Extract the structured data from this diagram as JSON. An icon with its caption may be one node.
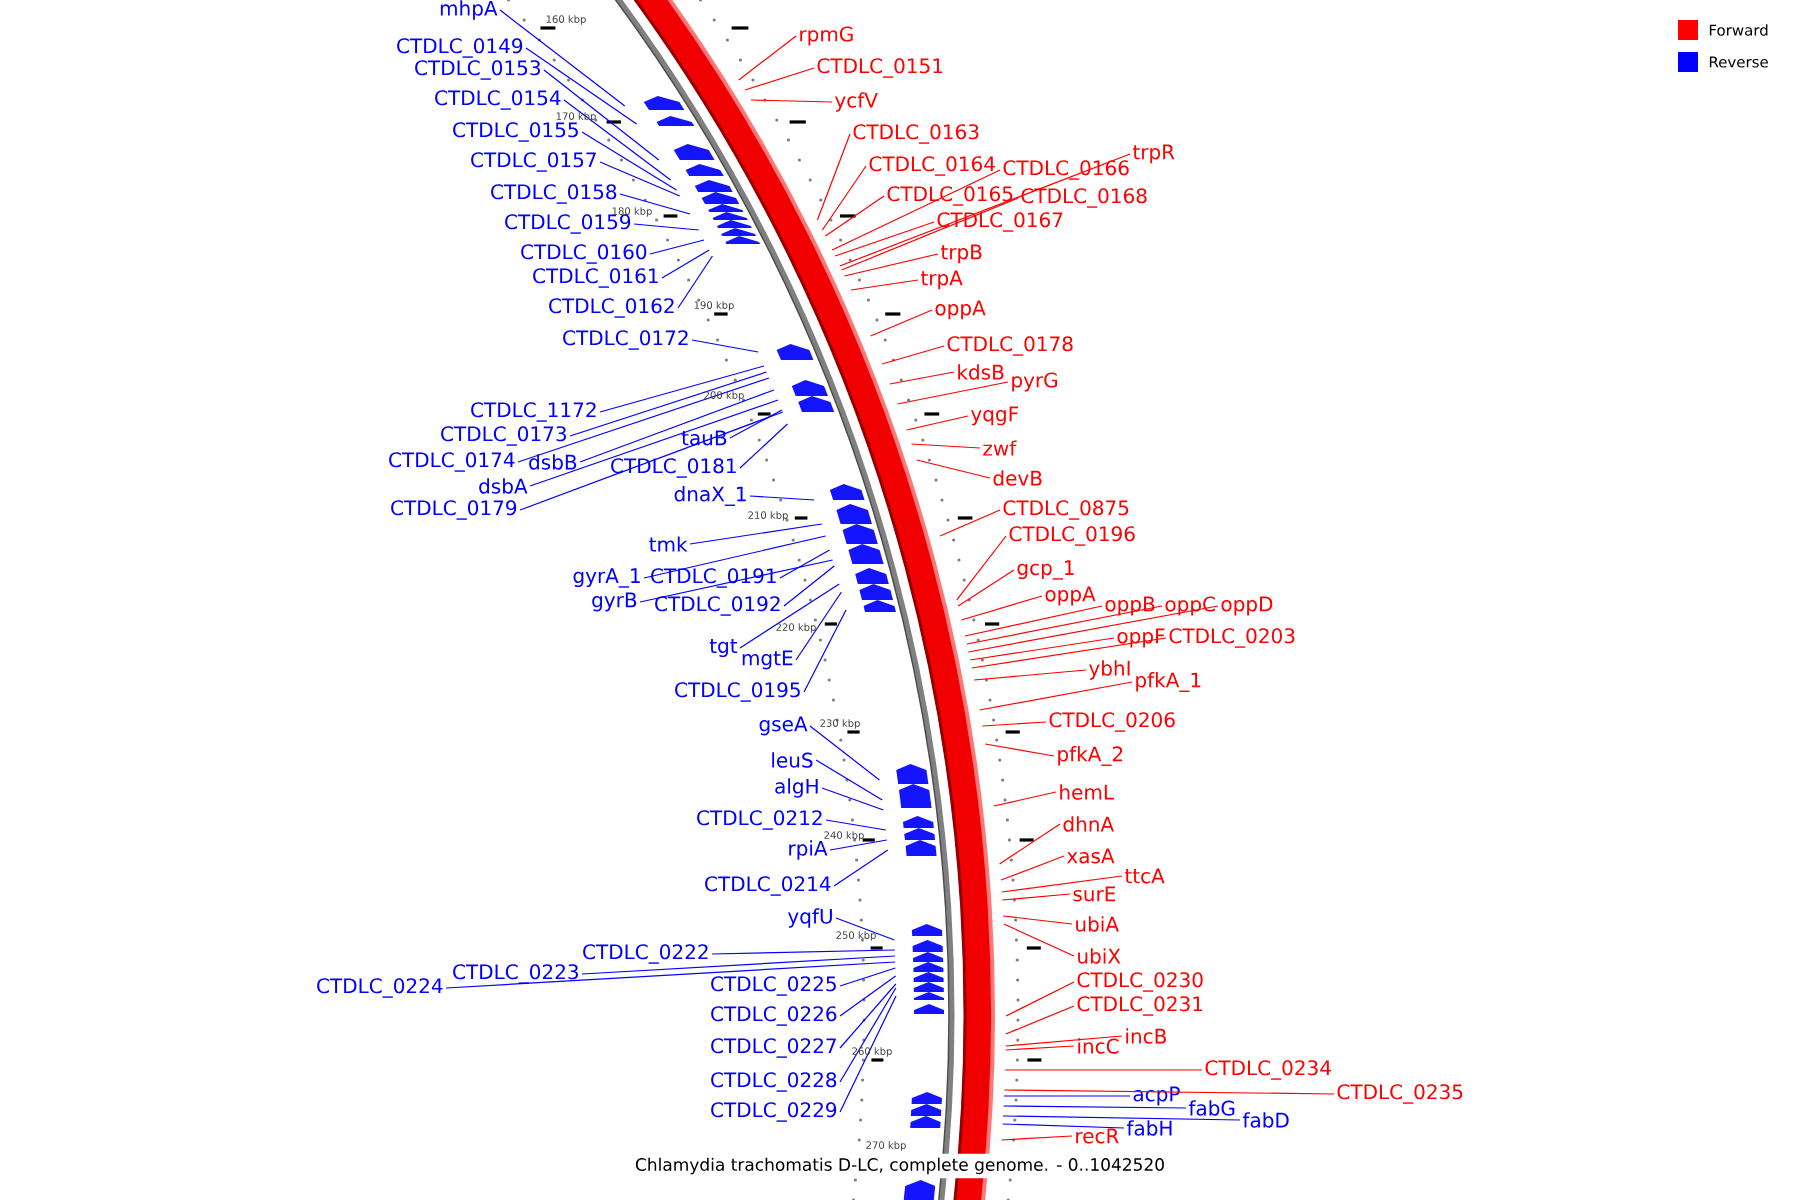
{
  "diagram": {
    "caption": "Chlamydia trachomatis D-LC, complete genome. - 0..1042520",
    "nodes": [
      {
        "text": [
          "mhpA"
        ]
      },
      {
        "text": [
          "CTDLC_0149"
        ]
      },
      {
        "text": [
          "CTDLC_0153"
        ]
      },
      {
        "text": [
          "CTDLC_0154"
        ]
      },
      {
        "text": [
          "CTDLC_0155"
        ]
      },
      {
        "text": [
          "CTDLC_0157"
        ]
      },
      {
        "text": [
          "CTDLC_0158"
        ]
      },
      {
        "text": [
          "CTDLC_0159"
        ]
      },
      {
        "text": [
          "CTDLC_0160"
        ]
      },
      {
        "text": [
          "CTDLC_0161"
        ]
      },
      {
        "text": [
          "CTDLC_0162"
        ]
      },
      {
        "text": [
          "CTDLC_0172"
        ]
      },
      {
        "text": [
          "CTDLC_1172"
        ]
      },
      {
        "text": [
          "CTDLC_0173"
        ]
      },
      {
        "text": [
          "tauB"
        ]
      },
      {
        "text": [
          "CTDLC_0174"
        ]
      },
      {
        "text": [
          "dsbB"
        ]
      },
      {
        "text": [
          "CTDLC_0181"
        ]
      },
      {
        "text": [
          "dsbA"
        ]
      },
      {
        "text": [
          "dnaX_1"
        ]
      },
      {
        "text": [
          "CTDLC_0179"
        ]
      },
      {
        "text": [
          "tmk"
        ]
      },
      {
        "text": [
          "gyrA_1"
        ]
      },
      {
        "text": [
          "CTDLC_0191"
        ]
      },
      {
        "text": [
          "gyrB"
        ]
      },
      {
        "text": [
          "CTDLC_0192"
        ]
      },
      {
        "text": [
          "tgt"
        ]
      },
      {
        "text": [
          "mgtE"
        ]
      },
      {
        "text": [
          "CTDLC_0195"
        ]
      },
      {
        "text": [
          "gseA"
        ]
      },
      {
        "text": [
          "leuS"
        ]
      },
      {
        "text": [
          "algH"
        ]
      },
      {
        "text": [
          "CTDLC_0212"
        ]
      },
      {
        "text": [
          "rpiA"
        ]
      },
      {
        "text": [
          "CTDLC_0214"
        ]
      },
      {
        "text": [
          "yqfU"
        ]
      },
      {
        "text": [
          "CTDLC_0222"
        ]
      },
      {
        "text": [
          "CTDLC_0223"
        ]
      },
      {
        "text": [
          "CTDLC_0224"
        ]
      },
      {
        "text": [
          "CTDLC_0225"
        ]
      },
      {
        "text": [
          "CTDLC_0226"
        ]
      },
      {
        "text": [
          "CTDLC_0227"
        ]
      },
      {
        "text": [
          "CTDLC_0228"
        ]
      },
      {
        "text": [
          "CTDLC_0229"
        ]
      },
      {
        "text": [
          "rpmG"
        ]
      },
      {
        "text": [
          "CTDLC_0151"
        ]
      },
      {
        "text": [
          "ycfV"
        ]
      },
      {
        "text": [
          "CTDLC_0163"
        ]
      },
      {
        "text": [
          "CTDLC_0164"
        ]
      },
      {
        "text": [
          "trpR"
        ]
      },
      {
        "text": [
          "CTDLC_0166"
        ]
      },
      {
        "text": [
          "CTDLC_0165"
        ]
      },
      {
        "text": [
          "CTDLC_0168"
        ]
      },
      {
        "text": [
          "CTDLC_0167"
        ]
      },
      {
        "text": [
          "trpB"
        ]
      },
      {
        "text": [
          "trpA"
        ]
      },
      {
        "text": [
          "oppA"
        ]
      },
      {
        "text": [
          "CTDLC_0178"
        ]
      },
      {
        "text": [
          "kdsB"
        ]
      },
      {
        "text": [
          "pyrG"
        ]
      },
      {
        "text": [
          "yqgF"
        ]
      },
      {
        "text": [
          "zwf"
        ]
      },
      {
        "text": [
          "devB"
        ]
      },
      {
        "text": [
          "CTDLC_0875"
        ]
      },
      {
        "text": [
          "CTDLC_0196"
        ]
      },
      {
        "text": [
          "gcp_1"
        ]
      },
      {
        "text": [
          "oppA"
        ]
      },
      {
        "text": [
          "oppB"
        ]
      },
      {
        "text": [
          "oppC"
        ]
      },
      {
        "text": [
          "oppD"
        ]
      },
      {
        "text": [
          "oppF"
        ]
      },
      {
        "text": [
          "CTDLC_0203"
        ]
      },
      {
        "text": [
          "ybhI"
        ]
      },
      {
        "text": [
          "pfkA_1"
        ]
      },
      {
        "text": [
          "CTDLC_0206"
        ]
      },
      {
        "text": [
          "pfkA_2"
        ]
      },
      {
        "text": [
          "hemL"
        ]
      },
      {
        "text": [
          "dhnA"
        ]
      },
      {
        "text": [
          "xasA"
        ]
      },
      {
        "text": [
          "ttcA"
        ]
      },
      {
        "text": [
          "surE"
        ]
      },
      {
        "text": [
          "ubiA"
        ]
      },
      {
        "text": [
          "ubiX"
        ]
      },
      {
        "text": [
          "CTDLC_0230"
        ]
      },
      {
        "text": [
          "CTDLC_0231"
        ]
      },
      {
        "text": [
          "incB"
        ]
      },
      {
        "text": [
          "incC"
        ]
      },
      {
        "text": [
          "CTDLC_0234"
        ]
      },
      {
        "text": [
          "acpP"
        ]
      },
      {
        "text": [
          "CTDLC_0235"
        ]
      },
      {
        "text": [
          "fabG"
        ]
      },
      {
        "text": [
          "fabD"
        ]
      },
      {
        "text": [
          "fabH"
        ]
      },
      {
        "text": [
          "recR"
        ]
      }
    ],
    "edges": [
      {
        "from": 0,
        "to": null,
        "arrow": "none"
      },
      {
        "from": 1,
        "to": null,
        "arrow": "none"
      },
      {
        "from": 2,
        "to": null,
        "arrow": "none"
      },
      {
        "from": 3,
        "to": null,
        "arrow": "none"
      },
      {
        "from": 4,
        "to": null,
        "arrow": "none"
      },
      {
        "from": 5,
        "to": null,
        "arrow": "none"
      },
      {
        "from": 6,
        "to": null,
        "arrow": "none"
      },
      {
        "from": 7,
        "to": null,
        "arrow": "none"
      },
      {
        "from": 8,
        "to": null,
        "arrow": "none"
      },
      {
        "from": 9,
        "to": null,
        "arrow": "none"
      },
      {
        "from": 10,
        "to": null,
        "arrow": "none"
      },
      {
        "from": 11,
        "to": null,
        "arrow": "none"
      },
      {
        "from": 12,
        "to": null,
        "arrow": "none"
      },
      {
        "from": 13,
        "to": null,
        "arrow": "none"
      },
      {
        "from": 14,
        "to": null,
        "arrow": "none"
      },
      {
        "from": 15,
        "to": null,
        "arrow": "none"
      },
      {
        "from": 16,
        "to": null,
        "arrow": "none"
      },
      {
        "from": 17,
        "to": null,
        "arrow": "none"
      },
      {
        "from": 18,
        "to": null,
        "arrow": "none"
      },
      {
        "from": 19,
        "to": null,
        "arrow": "none"
      },
      {
        "from": 20,
        "to": null,
        "arrow": "none"
      },
      {
        "from": 21,
        "to": null,
        "arrow": "none"
      },
      {
        "from": 22,
        "to": null,
        "arrow": "none"
      },
      {
        "from": 23,
        "to": null,
        "arrow": "none"
      },
      {
        "from": 24,
        "to": null,
        "arrow": "none"
      },
      {
        "from": 25,
        "to": null,
        "arrow": "none"
      },
      {
        "from": 26,
        "to": null,
        "arrow": "none"
      },
      {
        "from": 27,
        "to": null,
        "arrow": "none"
      },
      {
        "from": 28,
        "to": null,
        "arrow": "none"
      },
      {
        "from": 29,
        "to": null,
        "arrow": "none"
      },
      {
        "from": 30,
        "to": null,
        "arrow": "none"
      },
      {
        "from": 31,
        "to": null,
        "arrow": "none"
      },
      {
        "from": 32,
        "to": null,
        "arrow": "none"
      },
      {
        "from": 33,
        "to": null,
        "arrow": "none"
      },
      {
        "from": 34,
        "to": null,
        "arrow": "none"
      },
      {
        "from": 35,
        "to": null,
        "arrow": "none"
      },
      {
        "from": 36,
        "to": null,
        "arrow": "none"
      },
      {
        "from": 37,
        "to": null,
        "arrow": "none"
      },
      {
        "from": 38,
        "to": null,
        "arrow": "none"
      },
      {
        "from": 39,
        "to": null,
        "arrow": "none"
      },
      {
        "from": 40,
        "to": null,
        "arrow": "none"
      },
      {
        "from": 41,
        "to": null,
        "arrow": "none"
      },
      {
        "from": 42,
        "to": null,
        "arrow": "none"
      },
      {
        "from": 43,
        "to": null,
        "arrow": "none"
      },
      {
        "from": 44,
        "to": null,
        "arrow": "none",
        "color": "#ff0000"
      },
      {
        "from": 45,
        "to": null,
        "arrow": "none",
        "color": "#ff0000"
      },
      {
        "from": 46,
        "to": null,
        "arrow": "none",
        "color": "#ff0000"
      },
      {
        "from": 47,
        "to": null,
        "arrow": "none",
        "color": "#ff0000"
      },
      {
        "from": 48,
        "to": null,
        "arrow": "none",
        "color": "#ff0000"
      },
      {
        "from": 49,
        "to": null,
        "arrow": "none",
        "color": "#ff0000"
      },
      {
        "from": 50,
        "to": null,
        "arrow": "none",
        "color": "#ff0000"
      },
      {
        "from": 51,
        "to": null,
        "arrow": "none",
        "color": "#ff0000"
      },
      {
        "from": 52,
        "to": null,
        "arrow": "none",
        "color": "#ff0000"
      },
      {
        "from": 53,
        "to": null,
        "arrow": "none",
        "color": "#ff0000"
      },
      {
        "from": 54,
        "to": null,
        "arrow": "none",
        "color": "#ff0000"
      },
      {
        "from": 55,
        "to": null,
        "arrow": "none",
        "color": "#ff0000"
      },
      {
        "from": 56,
        "to": null,
        "arrow": "none",
        "color": "#ff0000"
      },
      {
        "from": 57,
        "to": null,
        "arrow": "none",
        "color": "#ff0000"
      },
      {
        "from": 58,
        "to": null,
        "arrow": "none",
        "color": "#ff0000"
      },
      {
        "from": 59,
        "to": null,
        "arrow": "none",
        "color": "#ff0000"
      },
      {
        "from": 60,
        "to": null,
        "arrow": "none",
        "color": "#ff0000"
      },
      {
        "from": 61,
        "to": null,
        "arrow": "none",
        "color": "#ff0000"
      },
      {
        "from": 62,
        "to": null,
        "arrow": "none",
        "color": "#ff0000"
      },
      {
        "from": 63,
        "to": null,
        "arrow": "none",
        "color": "#ff0000"
      },
      {
        "from": 64,
        "to": null,
        "arrow": "none",
        "color": "#ff0000"
      },
      {
        "from": 65,
        "to": null,
        "arrow": "none",
        "color": "#ff0000"
      },
      {
        "from": 66,
        "to": null,
        "arrow": "none",
        "color": "#ff0000"
      },
      {
        "from": 67,
        "to": null,
        "arrow": "none",
        "color": "#ff0000"
      },
      {
        "from": 68,
        "to": null,
        "arrow": "none",
        "color": "#ff0000"
      },
      {
        "from": 69,
        "to": null,
        "arrow": "none",
        "color": "#ff0000"
      },
      {
        "from": 70,
        "to": null,
        "arrow": "none",
        "color": "#ff0000"
      },
      {
        "from": 71,
        "to": null,
        "arrow": "none",
        "color": "#ff0000"
      },
      {
        "from": 72,
        "to": null,
        "arrow": "none",
        "color": "#ff0000"
      },
      {
        "from": 73,
        "to": null,
        "arrow": "none",
        "color": "#ff0000"
      },
      {
        "from": 74,
        "to": null,
        "arrow": "none",
        "color": "#ff0000"
      },
      {
        "from": 75,
        "to": null,
        "arrow": "none",
        "color": "#ff0000"
      },
      {
        "from": 76,
        "to": null,
        "arrow": "none",
        "color": "#ff0000"
      },
      {
        "from": 77,
        "to": null,
        "arrow": "none",
        "color": "#ff0000"
      },
      {
        "from": 78,
        "to": null,
        "arrow": "none",
        "color": "#ff0000"
      },
      {
        "from": 79,
        "to": null,
        "arrow": "none",
        "color": "#ff0000"
      },
      {
        "from": 80,
        "to": null,
        "arrow": "none",
        "color": "#ff0000"
      },
      {
        "from": 81,
        "to": null,
        "arrow": "none",
        "color": "#ff0000"
      },
      {
        "from": 82,
        "to": null,
        "arrow": "none",
        "color": "#ff0000"
      },
      {
        "from": 83,
        "to": null,
        "arrow": "none",
        "color": "#ff0000"
      },
      {
        "from": 84,
        "to": null,
        "arrow": "none",
        "color": "#ff0000"
      },
      {
        "from": 85,
        "to": null,
        "arrow": "none",
        "color": "#ff0000"
      },
      {
        "from": 86,
        "to": null,
        "arrow": "none",
        "color": "#ff0000"
      },
      {
        "from": 87,
        "to": null,
        "arrow": "none",
        "color": "#ff0000"
      },
      {
        "from": 88,
        "to": null,
        "arrow": "none"
      },
      {
        "from": 89,
        "to": null,
        "arrow": "none",
        "color": "#ff0000"
      },
      {
        "from": 90,
        "to": null,
        "arrow": "none"
      },
      {
        "from": 91,
        "to": null,
        "arrow": "none"
      },
      {
        "from": 92,
        "to": null,
        "arrow": "none"
      },
      {
        "from": 93,
        "to": null,
        "arrow": "none",
        "color": "#ff0000"
      }
    ],
    "labels": [
      "160 kbp",
      "170 kbp",
      "180 kbp",
      "190 kbp",
      "200 kbp",
      "210 kbp",
      "220 kbp",
      "230 kbp",
      "240 kbp",
      "250 kbp",
      "260 kbp",
      "270 kbp"
    ],
    "legend": [
      {
        "text": "Forward",
        "color": "#ff0000"
      },
      {
        "text": "Reverse",
        "color": "#0000ff"
      }
    ]
  }
}
